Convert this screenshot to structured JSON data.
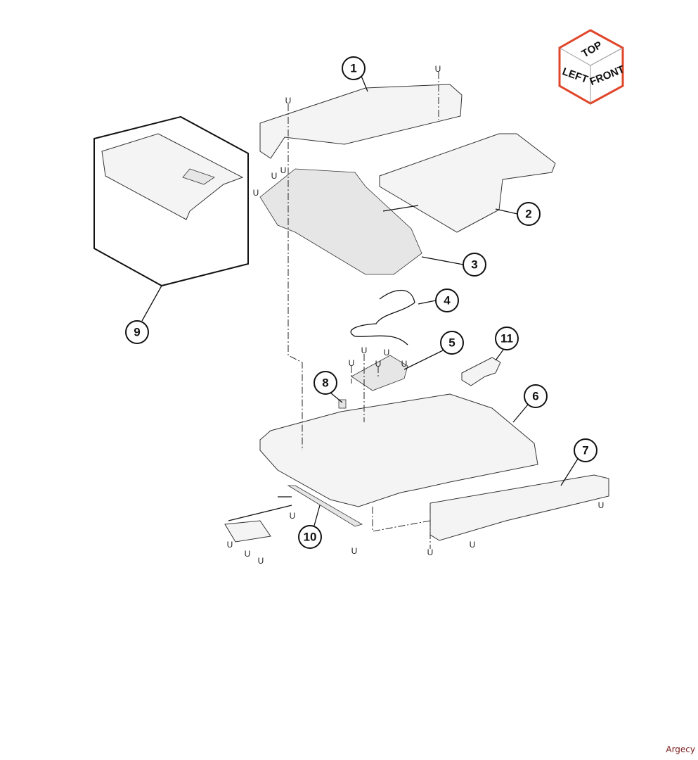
{
  "callouts": [
    "1",
    "2",
    "3",
    "4",
    "5",
    "6",
    "7",
    "8",
    "9",
    "10",
    "11"
  ],
  "fastener_label": "U",
  "orientation_cube": {
    "top": "TOP",
    "left": "LEFT",
    "front": "FRONT",
    "outline_color": "#e0462a"
  },
  "watermark": "Argecy"
}
